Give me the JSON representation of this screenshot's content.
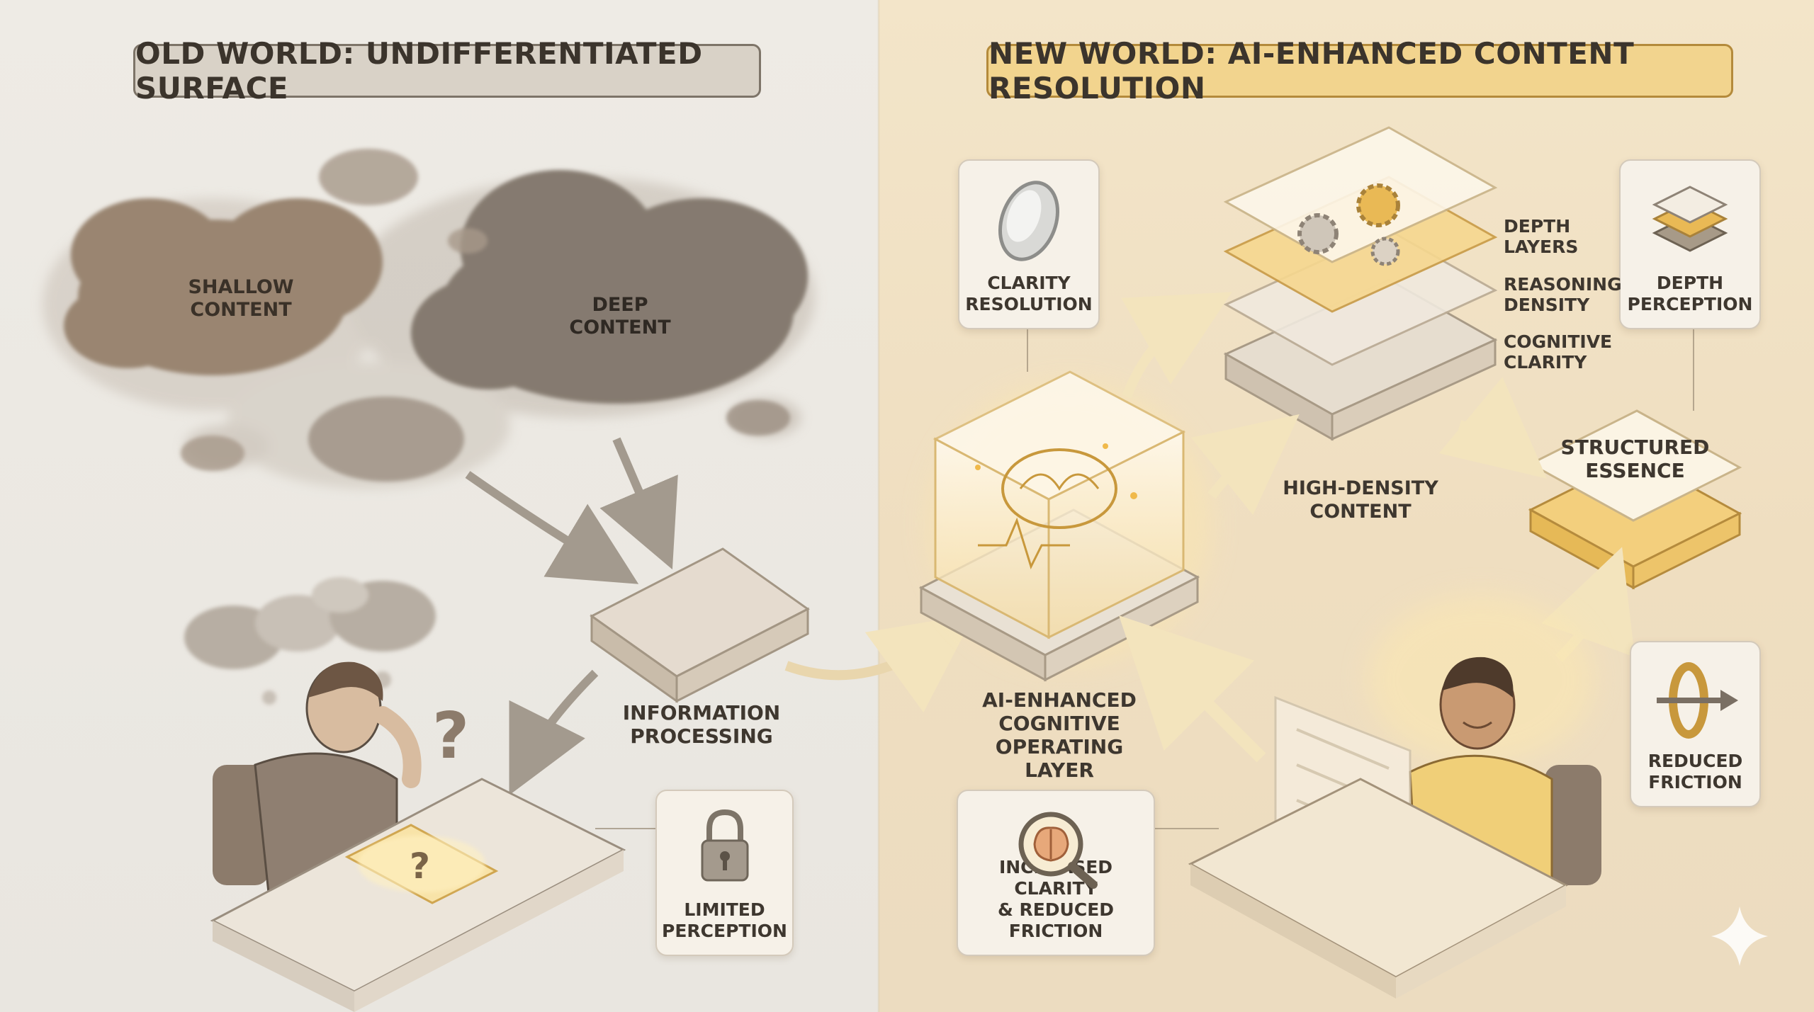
{
  "left_panel": {
    "title": "OLD WORLD: UNDIFFERENTIATED SURFACE",
    "clouds": {
      "shallow": "SHALLOW\nCONTENT",
      "deep": "DEEP\nCONTENT"
    },
    "processing_label": "INFORMATION\nPROCESSING",
    "card_limited": "LIMITED\nPERCEPTION",
    "question_mark": "?"
  },
  "right_panel": {
    "title": "NEW WORLD: AI-ENHANCED CONTENT RESOLUTION",
    "card_clarity": "CLARITY\nRESOLUTION",
    "card_depth": "DEPTH\nPERCEPTION",
    "card_friction": "REDUCED\nFRICTION",
    "card_increased": "INCREASED CLARITY\n& REDUCED FRICTION",
    "layer_labels": {
      "depth": "DEPTH\nLAYERS",
      "reasoning": "REASONING\nDENSITY",
      "cognitive": "COGNITIVE\nCLARITY"
    },
    "high_density": "HIGH-DENSITY\nCONTENT",
    "structured": "STRUCTURED\nESSENCE",
    "ai_layer": "AI-ENHANCED\nCOGNITIVE OPERATING\nLAYER"
  },
  "colors": {
    "old_bg": "#eeebe5",
    "new_bg": "#f3e5c9",
    "old_banner": "#d9d2c7",
    "new_banner": "#f2d48e",
    "accent_gold": "#e7b651",
    "cloud_brown": "#9a8571"
  }
}
